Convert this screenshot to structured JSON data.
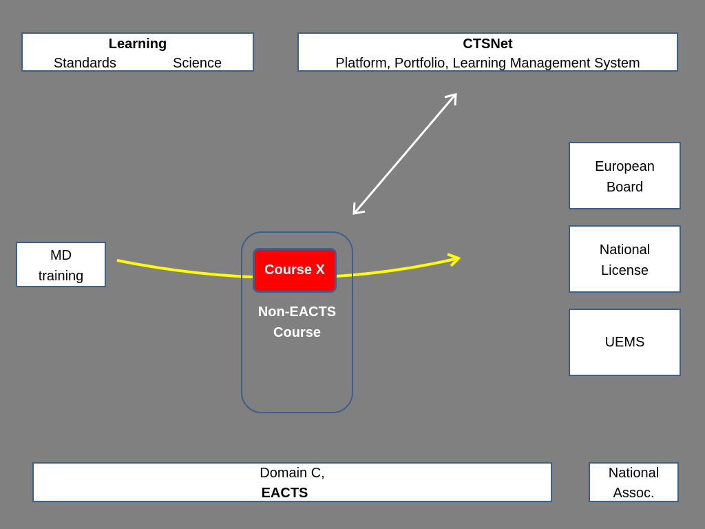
{
  "learning": {
    "title": "Learning",
    "left": "Standards",
    "right": "Science"
  },
  "ctsnet": {
    "title": "CTSNet",
    "subtitle": "Platform, Portfolio, Learning Management System"
  },
  "md_training": {
    "line1": "MD",
    "line2": "training"
  },
  "european_board": {
    "line1": "European",
    "line2": "Board"
  },
  "national_license": {
    "line1": "National",
    "line2": "License"
  },
  "uems": {
    "label": "UEMS"
  },
  "course": {
    "label": "Course X",
    "container_line1": "Non-EACTS",
    "container_line2": "Course"
  },
  "domain": {
    "line1": "Domain C,",
    "line2": "EACTS"
  },
  "national_assoc": {
    "line1": "National",
    "line2": "Assoc."
  },
  "colors": {
    "background": "#808080",
    "box_border": "#3c5f8c",
    "course_fill": "#ff0000",
    "path_arrow": "#ffff00",
    "link_arrow": "#ffffff"
  }
}
